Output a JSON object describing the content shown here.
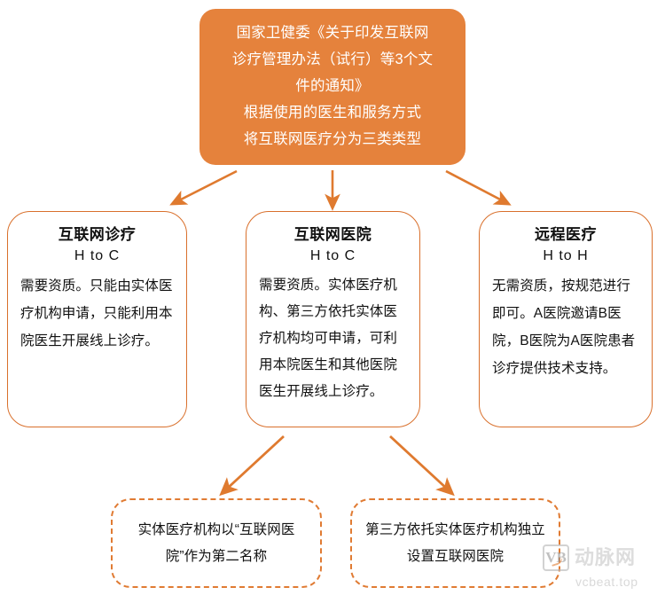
{
  "root": {
    "lines": [
      "国家卫健委《关于印发互联网",
      "诊疗管理办法（试行）等3个文",
      "件的通知》",
      "根据使用的医生和服务方式",
      "将互联网医疗分为三类类型"
    ],
    "bg_color": "#e5823c",
    "text_color": "#ffffff"
  },
  "categories": [
    {
      "id": "diagnosis",
      "title": "互联网诊疗",
      "subtitle": "H to C",
      "body": "需要资质。只能由实体医疗机构申请，只能利用本院医生开展线上诊疗。"
    },
    {
      "id": "hospital",
      "title": "互联网医院",
      "subtitle": "H to C",
      "body": "需要资质。实体医疗机构、第三方依托实体医疗机构均可申请，可利用本院医生和其他医院医生开展线上诊疗。"
    },
    {
      "id": "remote",
      "title": "远程医疗",
      "subtitle": "H to H",
      "body": "无需资质，按规范进行即可。A医院邀请B医院，B医院为A医院患者诊疗提供技术支持。"
    }
  ],
  "leaves": [
    {
      "id": "second-name",
      "text": "实体医疗机构以“互联网医院”作为第二名称"
    },
    {
      "id": "independent",
      "text": "第三方依托实体医疗机构独立设置互联网医院"
    }
  ],
  "watermark": {
    "logo_letters": "VB",
    "brand": "动脉网",
    "url": "vcbeat.top"
  },
  "colors": {
    "accent": "#e5823c",
    "border": "#d9702c",
    "dashed": "#e07b33",
    "arrow": "#df7a2f",
    "text": "#111111"
  }
}
